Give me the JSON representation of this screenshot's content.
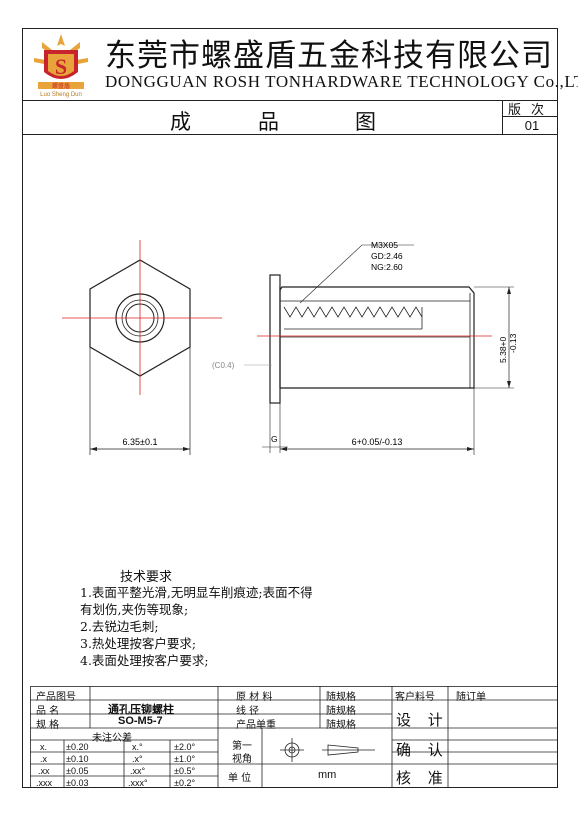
{
  "header": {
    "company_cn": "东莞市螺盛盾五金科技有限公司",
    "company_en": "DONGGUAN ROSH TONHARDWARE TECHNOLOGY Co.,LTD",
    "logo_text_cn": "螺盛盾",
    "logo_text_en": "Luo Sheng Dun",
    "logo_letter": "S",
    "title_chars": [
      "成",
      "品",
      "图"
    ],
    "version_label": "版次",
    "version_value": "01"
  },
  "drawing": {
    "thread_spec": "M3X05",
    "gd": "GD:2.46",
    "ng": "NG:2.60",
    "chamfer": "(C0.4)",
    "hex_width": "6.35±0.1",
    "body_length": "6+0.05/-0.13",
    "diameter_main": "5.38+0",
    "diameter_tol": "-0.13",
    "g_label": "G"
  },
  "requirements": {
    "title": "技术要求",
    "lines": [
      "1.表面平整光滑,无明显车削痕迹;表面不得",
      "有划伤,夹伤等现象;",
      "2.去锐边毛刺;",
      "3.热处理按客户要求;",
      "4.表面处理按客户要求;"
    ]
  },
  "table": {
    "product_no_label": "产品图号",
    "name_label": "品 名",
    "name_value": "通孔压铆螺柱",
    "spec_label": "规 格",
    "spec_value": "SO-M5-7",
    "material_label": "原 材 料",
    "material_value": "随规格",
    "wire_dia_label": "线 径",
    "wire_dia_value": "随规格",
    "unit_weight_label": "产品单重",
    "unit_weight_value": "随规格",
    "customer_no_label": "客户料号",
    "customer_no_value": "随订单",
    "design_label": "设 计",
    "confirm_label": "确 认",
    "approve_label": "核 准",
    "tolerance_title": "未注公差",
    "tolerances_linear": [
      [
        "x.",
        "±0.20"
      ],
      [
        ".x",
        "±0.10"
      ],
      [
        ".xx",
        "±0.05"
      ],
      [
        ".xxx",
        "±0.03"
      ]
    ],
    "tolerances_angle": [
      [
        "x.°",
        "±2.0°"
      ],
      [
        ".x°",
        "±1.0°"
      ],
      [
        ".xx°",
        "±0.5°"
      ],
      [
        ".xxx°",
        "±0.2°"
      ]
    ],
    "projection_label_1": "第一",
    "projection_label_2": "视角",
    "unit_label": "单 位",
    "unit_value": "mm"
  }
}
